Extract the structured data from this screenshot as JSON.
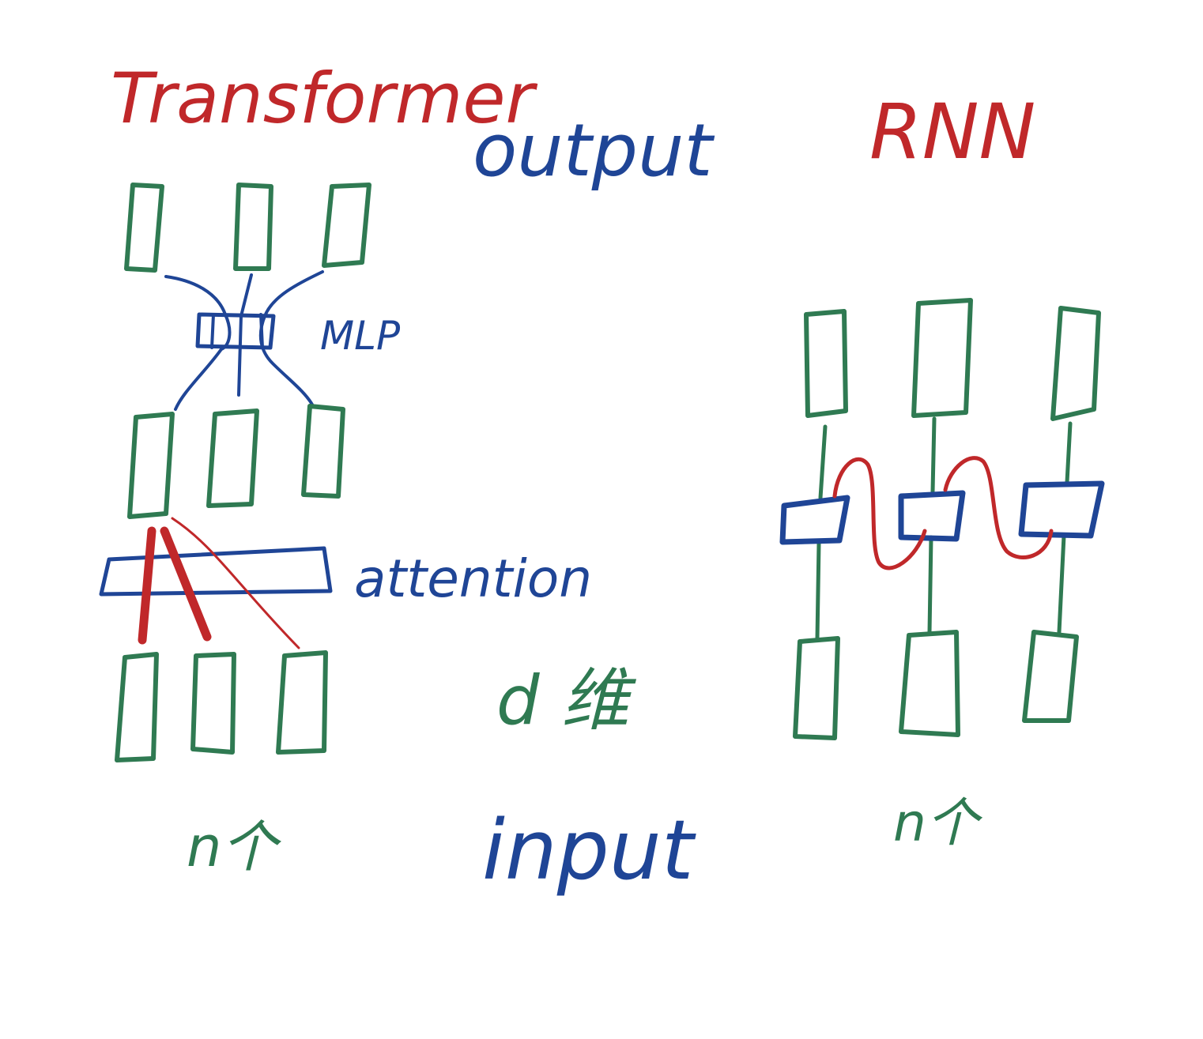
{
  "transformer": {
    "title": "Transformer",
    "mlp_label": "MLP",
    "attention_label": "attention",
    "count_label": "n个"
  },
  "center": {
    "output_label": "output",
    "dim_label": "d 维",
    "input_label": "input"
  },
  "rnn": {
    "title": "RNN",
    "count_label": "n个"
  },
  "colors": {
    "red": "#c0282a",
    "blue": "#1f4596",
    "green": "#2f7a52"
  }
}
